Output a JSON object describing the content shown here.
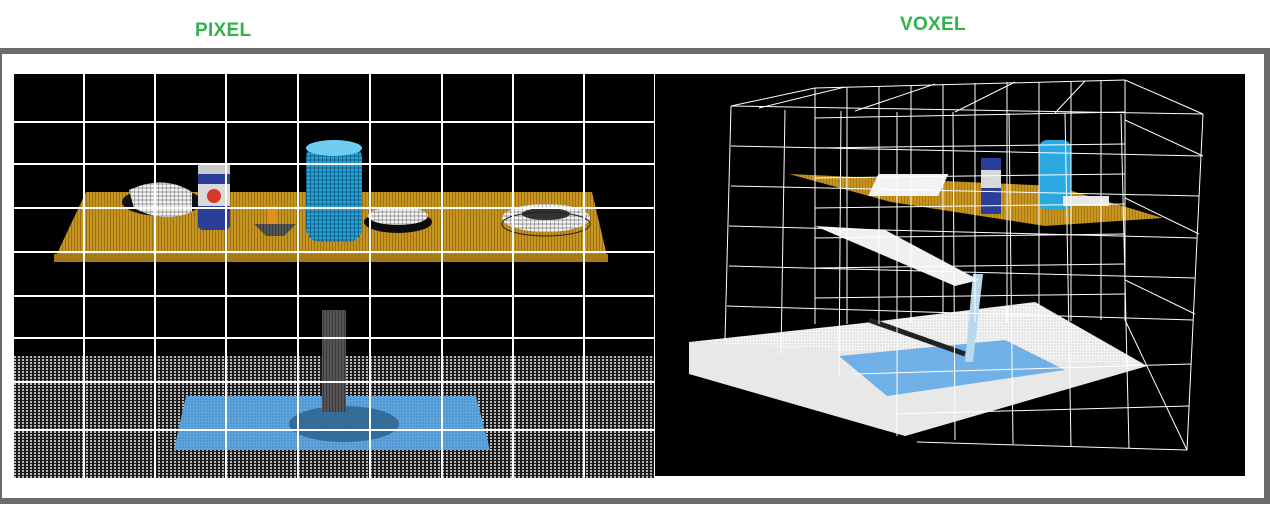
{
  "labels": {
    "pixel": "PIXEL",
    "voxel": "VOXEL"
  },
  "colors": {
    "heading": "#2fb34a",
    "frame": "#6b6b6b",
    "grid": "#ffffff",
    "table": "#c8951e",
    "shadow": "#5fa6e0",
    "can_blue": "#2aa8e0",
    "background": "#000000"
  },
  "objects": [
    "pixel-grid",
    "table-top",
    "bowl",
    "red-bull-can",
    "blue-can",
    "clamp",
    "plate",
    "tape-roll",
    "table-leg",
    "floor",
    "shadow-patch",
    "voxel-cube"
  ]
}
